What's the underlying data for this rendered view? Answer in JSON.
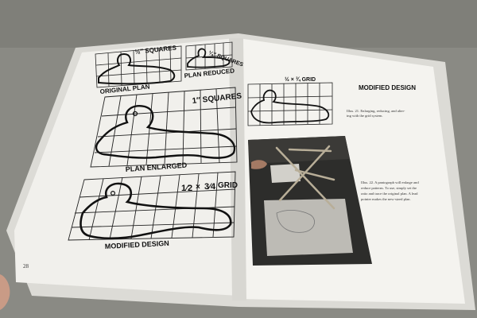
{
  "book": {
    "left_page": {
      "page_number": "28",
      "figures": {
        "squares_label": "½″ SQUARES",
        "original_plan": "ORIGINAL PLAN",
        "squares_reduced": "¼″ SQUARES",
        "plan_reduced": "PLAN REDUCED",
        "squares_enlarged": "1″ SQUARES",
        "plan_enlarged": "PLAN ENLARGED",
        "grid_half": "1⁄2",
        "grid_times": "×",
        "grid_three_quarters": "3⁄4",
        "grid_word": "GRID",
        "modified_design": "MODIFIED DESIGN"
      }
    },
    "right_page": {
      "grid_label": "½ × ¾ GRID",
      "modified_design": "MODIFIED DESIGN",
      "fig21_caption": [
        "Illus. 21. Enlarging, reducing, and alter-",
        "ing with the grid system."
      ],
      "fig22_caption": [
        "Illus. 22. A pantograph will enlarge and",
        "reduce patterns. To use, simply set the",
        "ratio and trace the original plan. A lead",
        "pointer makes the new-sized plan."
      ]
    }
  },
  "colors": {
    "background": "#8a8a84",
    "page": "#f1f0ec",
    "ink": "#111111",
    "photo_dark": "#2d2d2b"
  }
}
